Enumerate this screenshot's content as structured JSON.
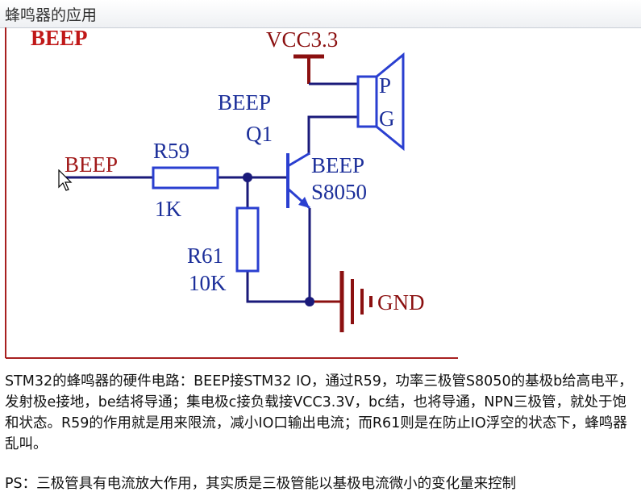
{
  "header": {
    "title": "蜂鸣器的应用"
  },
  "schematic": {
    "top_cut_label": "BEEP",
    "vcc_label": "VCC3.3",
    "speaker_pin_p": "P",
    "speaker_pin_g": "G",
    "transistor_net": "BEEP",
    "transistor_ref": "Q1",
    "transistor_name": "BEEP",
    "transistor_part": "S8050",
    "input_net": "BEEP",
    "r59_ref": "R59",
    "r59_value": "1K",
    "r61_ref": "R61",
    "r61_value": "10K",
    "gnd_label": "GND",
    "colors": {
      "wire": "#1a1a7a",
      "label_blue": "#1c2f9a",
      "label_red": "#a01818",
      "part_blue": "#2a3fd0",
      "power_red": "#8b1010"
    }
  },
  "text": {
    "paragraph1": "STM32的蜂鸣器的硬件电路：BEEP接STM32 IO，通过R59，功率三极管S8050的基极b给高电平，发射极e接地，be结将导通；集电极c接负载接VCC3.3V，bc结，也将导通，NPN三极管，就处于饱和状态。R59的作用就是用来限流，减小IO口输出电流；而R61则是在防止IO浮空的状态下，蜂鸣器乱叫。",
    "paragraph2": "PS：三极管具有电流放大作用，其实质是三极管能以基极电流微小的变化量来控制"
  }
}
